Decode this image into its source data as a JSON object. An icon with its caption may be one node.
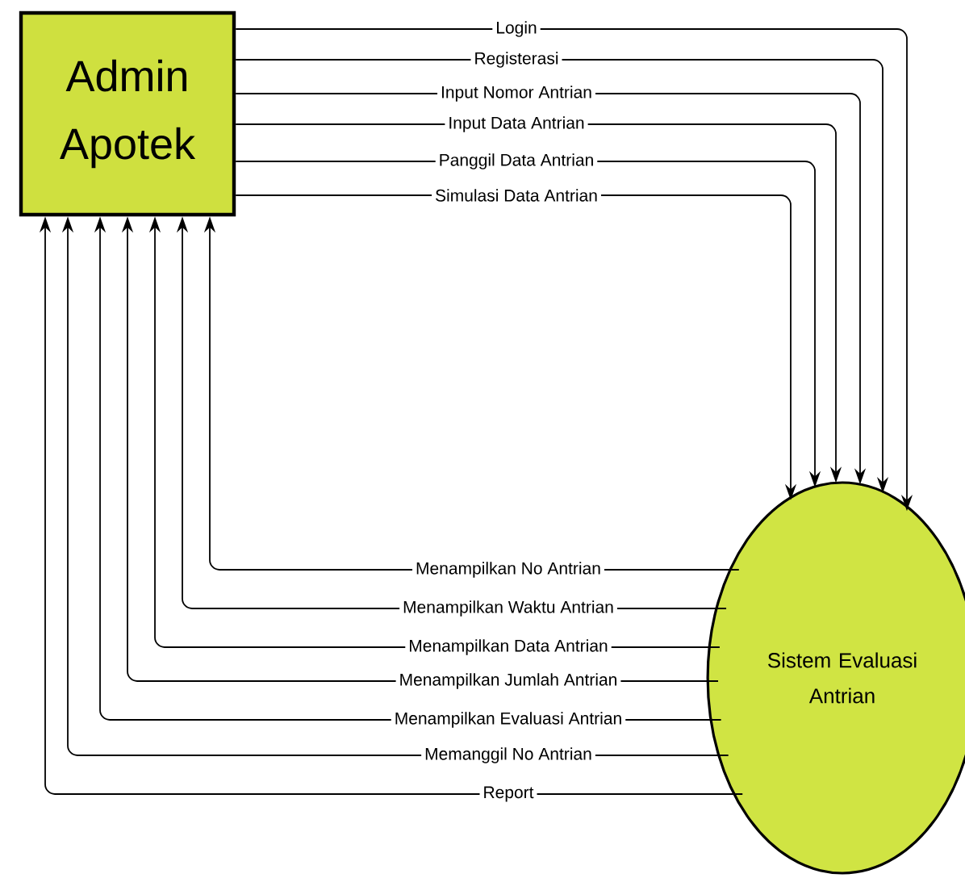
{
  "diagram": {
    "nodes": [
      {
        "text": [
          "Admin Apotek"
        ]
      },
      {
        "text": [
          "Sistem Evaluasi Antrian"
        ]
      }
    ],
    "edges": [
      {
        "from": 0,
        "to": 1,
        "arrow": "to",
        "label": "Login"
      },
      {
        "from": 0,
        "to": 1,
        "arrow": "to",
        "label": "Registerasi"
      },
      {
        "from": 0,
        "to": 1,
        "arrow": "to",
        "label": "Input Nomor Antrian"
      },
      {
        "from": 0,
        "to": 1,
        "arrow": "to",
        "label": "Input Data Antrian"
      },
      {
        "from": 0,
        "to": 1,
        "arrow": "to",
        "label": "Panggil Data Antrian"
      },
      {
        "from": 0,
        "to": 1,
        "arrow": "to",
        "label": "Simulasi Data Antrian"
      },
      {
        "from": 1,
        "to": 0,
        "arrow": "to",
        "label": "Menampilkan No Antrian"
      },
      {
        "from": 1,
        "to": 0,
        "arrow": "to",
        "label": "Menampilkan Waktu Antrian"
      },
      {
        "from": 1,
        "to": 0,
        "arrow": "to",
        "label": "Menampilkan Data Antrian"
      },
      {
        "from": 1,
        "to": 0,
        "arrow": "to",
        "label": "Menampilkan Jumlah Antrian"
      },
      {
        "from": 1,
        "to": 0,
        "arrow": "to",
        "label": "Menampilkan Evaluasi Antrian"
      },
      {
        "from": 1,
        "to": 0,
        "arrow": "to",
        "label": "Memanggil No Antrian"
      },
      {
        "from": 1,
        "to": 0,
        "arrow": "to",
        "label": "Report"
      }
    ]
  }
}
